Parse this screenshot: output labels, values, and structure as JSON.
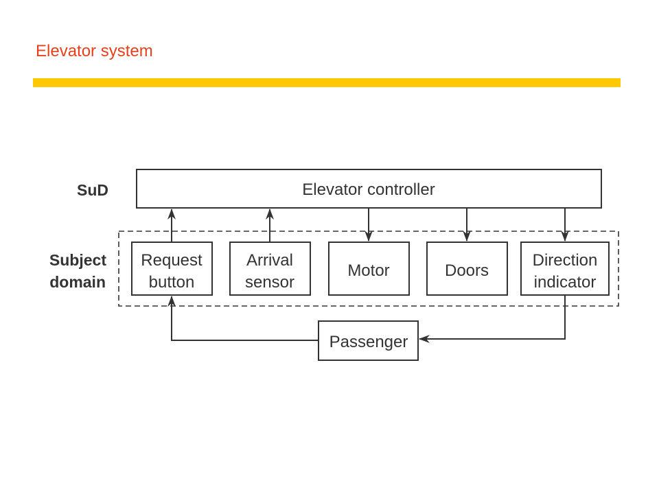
{
  "slide": {
    "title": "Elevator system",
    "title_color": "#e8401c",
    "rule_color": "#ffc800"
  },
  "diagram": {
    "layers": {
      "sud": "SuD",
      "subject_domain": [
        "Subject",
        "domain"
      ]
    },
    "controller": "Elevator controller",
    "components": {
      "request_button": [
        "Request",
        "button"
      ],
      "arrival_sensor": [
        "Arrival",
        "sensor"
      ],
      "motor": "Motor",
      "doors": "Doors",
      "direction_indicator": [
        "Direction",
        "indicator"
      ]
    },
    "passenger": "Passenger"
  }
}
